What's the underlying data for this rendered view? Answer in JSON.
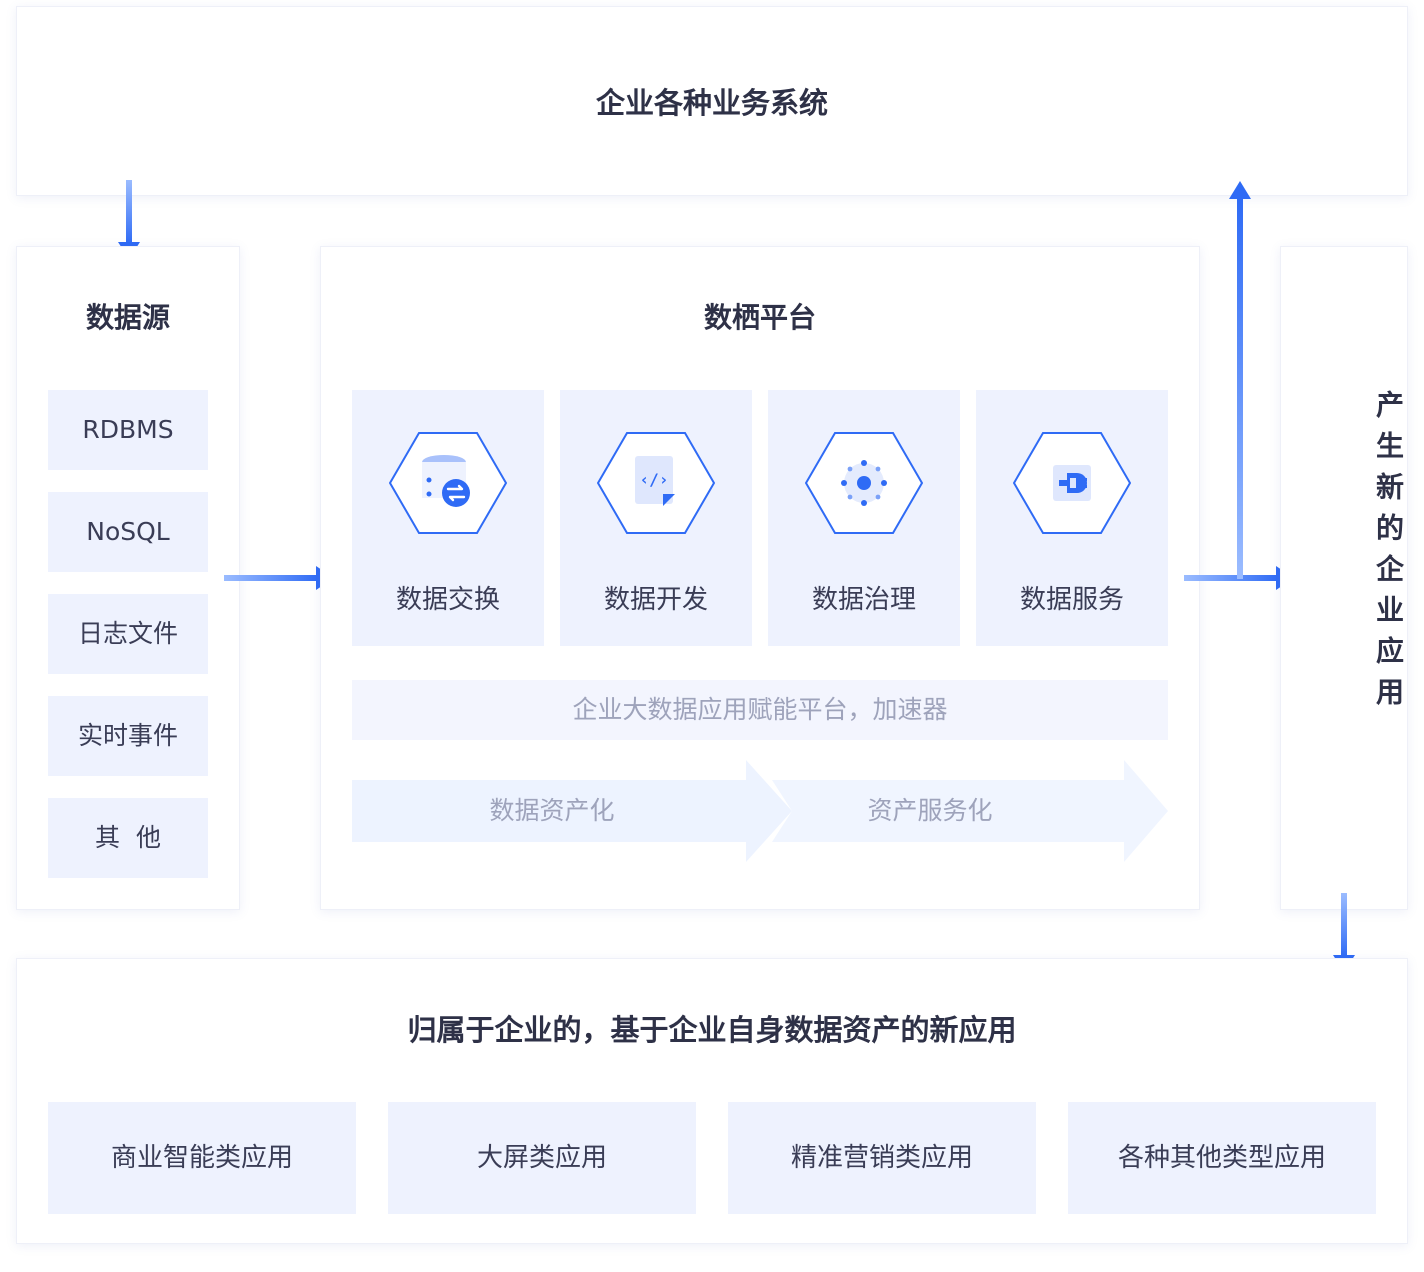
{
  "top": {
    "title": "企业各种业务系统"
  },
  "sources": {
    "title": "数据源",
    "items": [
      "RDBMS",
      "NoSQL",
      "日志文件",
      "实时事件",
      "其  他"
    ]
  },
  "platform": {
    "title": "数栖平台",
    "modules": [
      {
        "label": "数据交换",
        "icon": "data-exchange-icon"
      },
      {
        "label": "数据开发",
        "icon": "code-dev-icon"
      },
      {
        "label": "数据治理",
        "icon": "governance-icon"
      },
      {
        "label": "数据服务",
        "icon": "plug-service-icon"
      }
    ],
    "enable_text": "企业大数据应用赋能平台，加速器",
    "flow": [
      "数据资产化",
      "资产服务化"
    ]
  },
  "result": {
    "title": "产生新的企业应用"
  },
  "apps": {
    "title": "归属于企业的，基于企业自身数据资产的新应用",
    "items": [
      "商业智能类应用",
      "大屏类应用",
      "精准营销类应用",
      "各种其他类型应用"
    ]
  },
  "colors": {
    "arrow": "#2f6bf5",
    "tile": "#eef2fe",
    "icon_blue": "#2f6bf5",
    "text_dark": "#2e3147",
    "text_muted": "#9ea3bb"
  }
}
